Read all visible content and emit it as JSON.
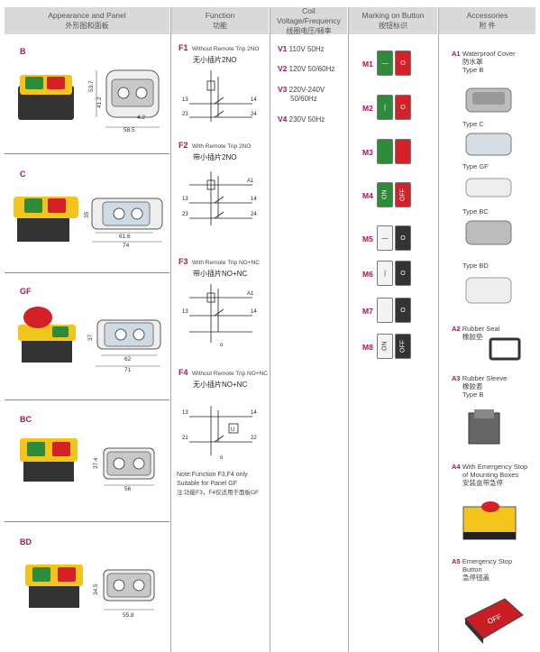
{
  "headers": {
    "col1_en": "Appearance  and  Panel",
    "col1_cn": "外形图和面板",
    "col2_en": "Function",
    "col2_cn": "功能",
    "col3_en": "Coil Voltage/Frequency",
    "col3_cn": "线圈电压/频率",
    "col4_en": "Marking on Button",
    "col4_cn": "按钮标识",
    "col5_en": "Accessories",
    "col5_cn": "附  件"
  },
  "types": [
    {
      "code": "B",
      "dims": [
        "53.7",
        "41.2",
        "58.5",
        "4.2"
      ]
    },
    {
      "code": "C",
      "dims": [
        "35",
        "61.6",
        "74"
      ]
    },
    {
      "code": "GF",
      "dims": [
        "37",
        "62",
        "71"
      ]
    },
    {
      "code": "BC",
      "dims": [
        "37.4",
        "56"
      ]
    },
    {
      "code": "BD",
      "dims": [
        "34.5",
        "55.8"
      ]
    }
  ],
  "functions": [
    {
      "code": "F1",
      "en": "Without Remote Trip  2NO",
      "cn": "无小插片2NO"
    },
    {
      "code": "F2",
      "en": "With Remote Trip  2NO",
      "cn": "带小插片2NO"
    },
    {
      "code": "F3",
      "en": "With Remote Trip NO+NC",
      "cn": "带小插片NO+NC"
    },
    {
      "code": "F4",
      "en": "Without Remote Trip NO+NC",
      "cn": "无小插片NO+NC"
    }
  ],
  "terminals": {
    "t13": "13",
    "t14": "14",
    "t23": "23",
    "t24": "24",
    "tA1": "A1",
    "t21": "21",
    "t22": "22",
    "tO": "o",
    "tU": "U"
  },
  "note": {
    "l1": "Note:Function F3,F4 only",
    "l2": "Suitable for Panel GF",
    "l3": "注:功能F3，F4仅适用于面板GF"
  },
  "voltages": [
    {
      "code": "V1",
      "val": "110V  50Hz"
    },
    {
      "code": "V2",
      "val": "120V  50/60Hz"
    },
    {
      "code": "V3",
      "val": "220V-240V",
      "val2": "50/60Hz"
    },
    {
      "code": "V4",
      "val": "230V  50Hz"
    }
  ],
  "markings": [
    {
      "code": "M1",
      "left": "—",
      "right": "O"
    },
    {
      "code": "M2",
      "left": "|",
      "right": "O"
    },
    {
      "code": "M3",
      "left": "",
      "right": ""
    },
    {
      "code": "M4",
      "left": "ON",
      "right": "OFF"
    },
    {
      "code": "M5",
      "left": "—",
      "right": "O"
    },
    {
      "code": "M6",
      "left": "|",
      "right": "O"
    },
    {
      "code": "M7",
      "left": "",
      "right": "O"
    },
    {
      "code": "M8",
      "left": "ON",
      "right": "OFF"
    }
  ],
  "accessories": {
    "a1_code": "A1",
    "a1_en": "Waterproof Cover",
    "a1_cn": "防水罩",
    "typeB": "Type B",
    "typeC": "Type C",
    "typeGF": "Type GF",
    "typeBC": "Type BC",
    "typeBD": "Type BD",
    "a2_code": "A2",
    "a2_en": "Rubber Seal",
    "a2_cn": "橡胶垫",
    "a3_code": "A3",
    "a3_en": "Rubber Sleeve",
    "a3_cn": "橡胶套",
    "a3_type": "Type B",
    "a4_code": "A4",
    "a4_en": "With Emergency Stop",
    "a4_en2": "of Mounting Boxes",
    "a4_cn": "安装盒带急停",
    "a5_code": "A5",
    "a5_en": "Emergency Stop",
    "a5_en2": "Button",
    "a5_cn": "急停钮盖",
    "a5_print": "OFF"
  }
}
